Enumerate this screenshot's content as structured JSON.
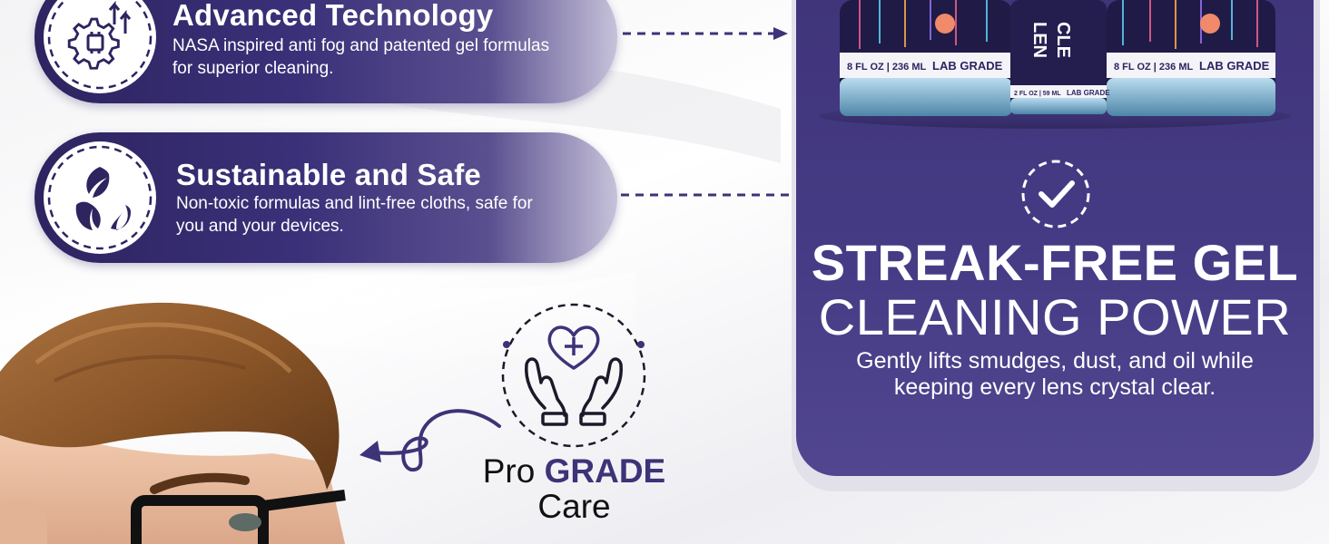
{
  "features": [
    {
      "title": "Advanced Technology",
      "description": "NASA inspired anti fog and patented gel formulas for superior cleaning.",
      "icon": "gear-chip-upgrade-icon"
    },
    {
      "title": "Sustainable and Safe",
      "description": "Non-toxic formulas and lint-free cloths, safe for you and your devices.",
      "icon": "recycle-leaves-icon"
    }
  ],
  "product": {
    "bottle_large_label": "8 FL OZ | 236 ML",
    "bottle_small_label": "2 FL OZ | 59 ML",
    "grade_label": "LAB GRADE",
    "brand_partial_1": "LEN",
    "brand_partial_2": "CLE"
  },
  "card": {
    "heading_line1": "STREAK-FREE GEL",
    "heading_line2": "CLEANING POWER",
    "description": "Gently lifts smudges, dust, and oil while keeping every lens crystal clear.",
    "icon": "checkmark-icon"
  },
  "care": {
    "word_pro": "Pro",
    "word_grade": "GRADE",
    "word_care": "Care",
    "icon": "hands-heart-cross-icon"
  },
  "colors": {
    "brand_purple": "#3f3479",
    "accent_dark": "#2d2460",
    "background": "#f3f3f5"
  }
}
